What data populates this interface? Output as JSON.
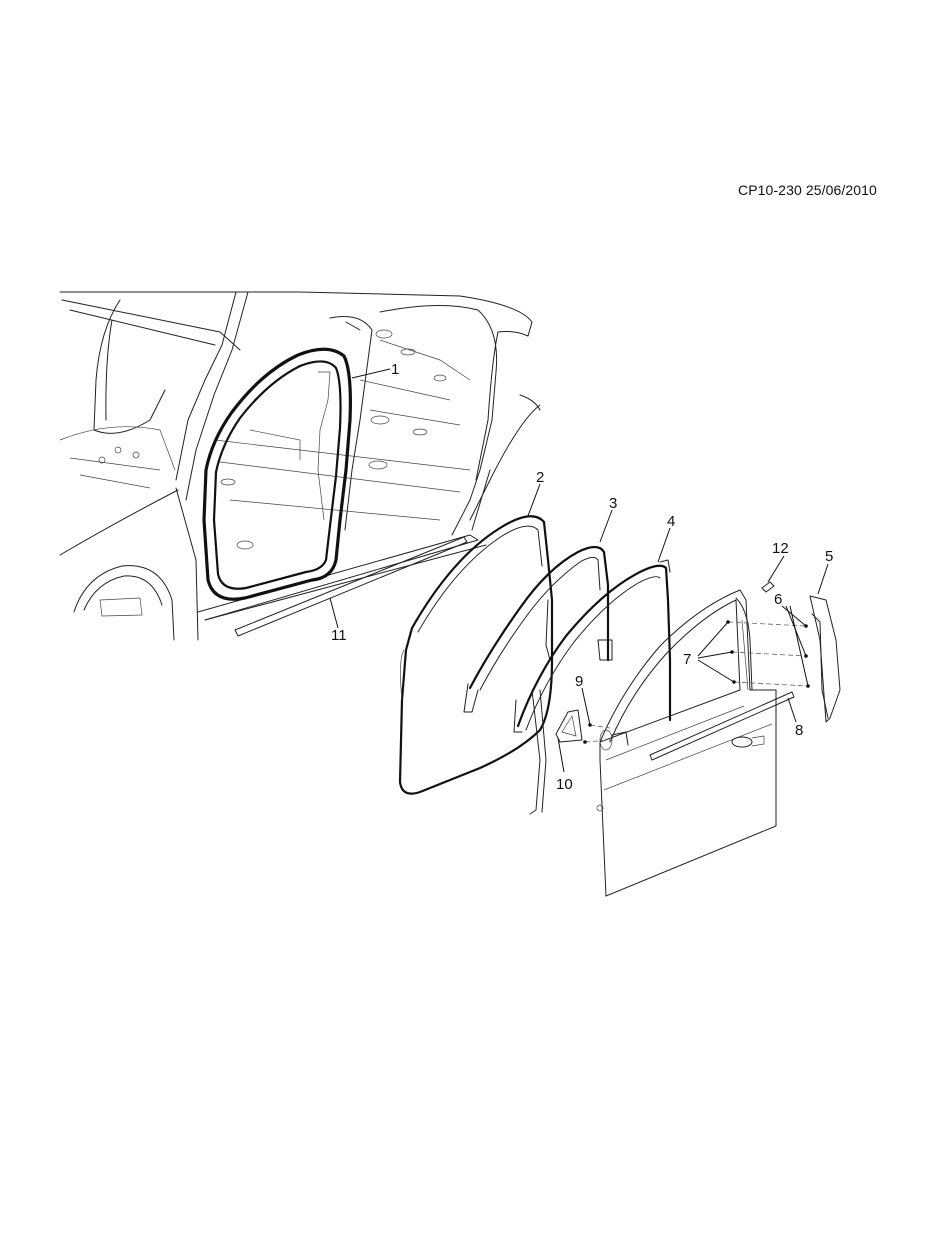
{
  "drawing": {
    "reference": "CP10-230 25/06/2010",
    "callouts": [
      {
        "id": "c1",
        "label": "1"
      },
      {
        "id": "c2",
        "label": "2"
      },
      {
        "id": "c3",
        "label": "3"
      },
      {
        "id": "c4",
        "label": "4"
      },
      {
        "id": "c5",
        "label": "5"
      },
      {
        "id": "c6",
        "label": "6"
      },
      {
        "id": "c7",
        "label": "7"
      },
      {
        "id": "c8",
        "label": "8"
      },
      {
        "id": "c9",
        "label": "9"
      },
      {
        "id": "c10",
        "label": "10"
      },
      {
        "id": "c11",
        "label": "11"
      },
      {
        "id": "c12",
        "label": "12"
      }
    ]
  }
}
